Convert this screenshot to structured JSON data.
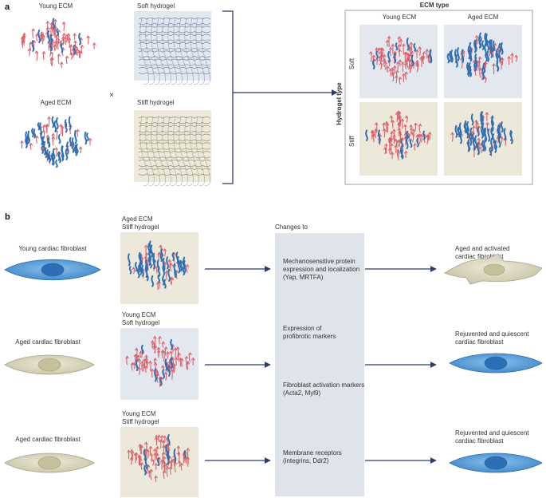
{
  "panel_a": {
    "letter": "a",
    "young_ecm": "Young ECM",
    "aged_ecm": "Aged ECM",
    "times": "×",
    "soft_hydrogel": "Soft hydrogel",
    "stiff_hydrogel": "Stiff hydrogel",
    "grid_title": "ECM type",
    "grid_col_young": "Young ECM",
    "grid_col_aged": "Aged ECM",
    "grid_row_axis": "Hydrogel type",
    "grid_row_soft": "Soft",
    "grid_row_stiff": "Stiff"
  },
  "panel_b": {
    "letter": "b",
    "rows": [
      {
        "fibroblast": "Young cardiac fibroblast",
        "condition_line1": "Aged ECM",
        "condition_line2": "Stiff hydrogel",
        "outcome_line1": "Aged and activated",
        "outcome_line2": "cardiac fibroblast"
      },
      {
        "fibroblast": "Aged cardiac fibroblast",
        "condition_line1": "Young ECM",
        "condition_line2": "Soft hydrogel",
        "outcome_line1": "Rejuvented and quiescent",
        "outcome_line2": "cardiac fibroblast"
      },
      {
        "fibroblast": "Aged cardiac fibroblast",
        "condition_line1": "Young ECM",
        "condition_line2": "Stiff hydrogel",
        "outcome_line1": "Rejuvented and quiescent",
        "outcome_line2": "cardiac fibroblast"
      }
    ],
    "changes_title": "Changes to",
    "changes": [
      {
        "line1": "Mechanosensitive protein",
        "line2": "expression and localization",
        "line3": "(Yap, MRTFA)"
      },
      {
        "line1": "Expression of",
        "line2": "profibrotic markers",
        "line3": ""
      },
      {
        "line1": "Fibroblast activation markers",
        "line2": "(Acta2, Myl9)",
        "line3": ""
      },
      {
        "line1": "Membrane receptors",
        "line2": "(integrins, Ddr2)",
        "line3": ""
      }
    ]
  },
  "colors": {
    "young_fibroblast": "#5a9fd8",
    "aged_fibroblast": "#d8d4bb",
    "soft_bg": "#e3e7ee",
    "stiff_bg": "#ece9da",
    "collagen_red": "#d9606a",
    "collagen_blue": "#2f6fb2",
    "arrow": "#2f3a6b"
  }
}
